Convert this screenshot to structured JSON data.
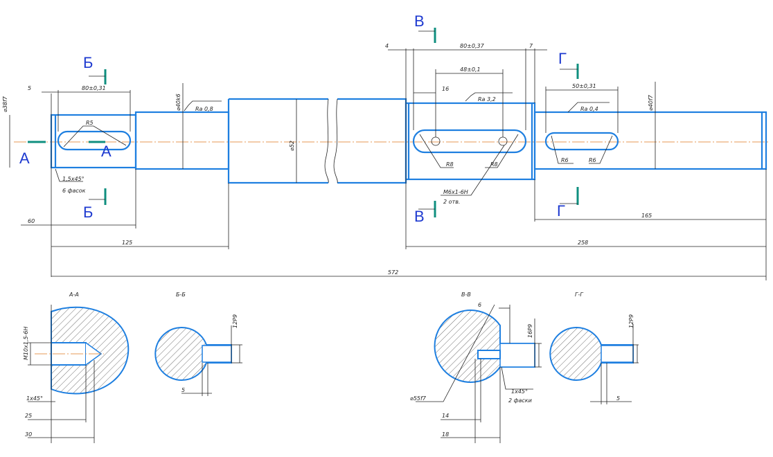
{
  "drawing": {
    "section_letters": {
      "A": "A",
      "B": "Б",
      "V": "В",
      "G": "Г"
    },
    "section_titles": {
      "aa": "A-A",
      "bb": "Б-Б",
      "vv": "В-В",
      "gg": "Г-Г"
    },
    "dims": {
      "d38": "⌀38f7",
      "d40": "⌀40k6",
      "d52": "⌀52",
      "d40b": "⌀40f7",
      "len80a": "80±0,31",
      "len80b": "80±0,37",
      "len48": "48±0,1",
      "len50": "50±0,31",
      "len5": "5",
      "len4": "4",
      "len7": "7",
      "len16": "16",
      "ra08": "Ra 0,8",
      "ra32": "Ra 3,2",
      "ra04": "Ra 0,4",
      "r5": "R5",
      "r8a": "R8",
      "r8b": "R8",
      "r6a": "R6",
      "r6b": "R6",
      "chamfer1": "1,5х45°",
      "chamfer1b": "6 фасок",
      "thread": "M6х1-6Н",
      "thread2": "2 отв.",
      "len60": "60",
      "len125": "125",
      "len258": "258",
      "len165": "165",
      "len572": "572"
    },
    "section_dims": {
      "aa_thread": "M10х1,5-6Н",
      "aa_ch": "1х45°",
      "aa_25": "25",
      "aa_30": "30",
      "bb_h": "12Р9",
      "bb_5": "5",
      "vv_6": "6",
      "vv_h": "16Р9",
      "vv_d": "⌀55f7",
      "vv_14": "14",
      "vv_18": "18",
      "vv_ch": "1х45°",
      "vv_ch2": "2 фаски",
      "gg_h": "12Р9",
      "gg_5": "5"
    }
  }
}
